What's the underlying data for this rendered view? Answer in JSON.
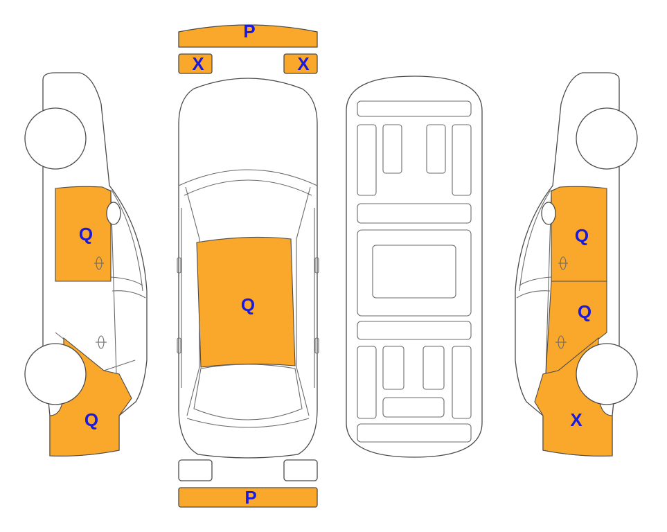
{
  "colors": {
    "damage_fill": "#f9a82b",
    "outline": "#4a4a4a",
    "code_text": "#1a1adb"
  },
  "codes": {
    "front_bumper": "P",
    "headlight_left": "X",
    "headlight_right": "X",
    "roof": "Q",
    "rear_bumper": "P",
    "left_front_door": "Q",
    "left_rear_quarter": "Q",
    "right_front_door": "Q",
    "right_rear_door": "Q",
    "right_rear_quarter": "X"
  }
}
